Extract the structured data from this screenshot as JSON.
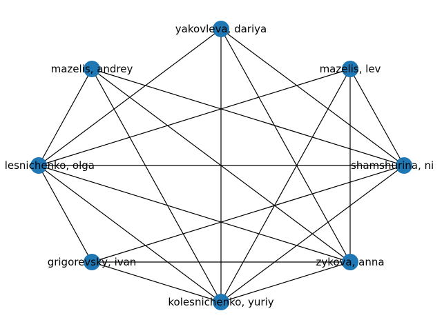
{
  "graph": {
    "node_color": "#1f77b4",
    "edge_color": "#000000",
    "nodes": [
      {
        "id": "yakovleva",
        "label": "yakovleva, dariya"
      },
      {
        "id": "mazelis_lev",
        "label": "mazelis, lev"
      },
      {
        "id": "shamshurina",
        "label": "shamshurina, ni"
      },
      {
        "id": "zykova",
        "label": "zykova, anna"
      },
      {
        "id": "kolesnichenko_yuriy",
        "label": "kolesnichenko, yuriy"
      },
      {
        "id": "grigorevsky",
        "label": "grigorevsky, ivan"
      },
      {
        "id": "kolesnichenko_olga",
        "label": "lesnichenko, olga"
      },
      {
        "id": "mazelis_andrey",
        "label": "mazelis, andrey"
      }
    ],
    "edges": [
      [
        "yakovleva",
        "kolesnichenko_olga"
      ],
      [
        "yakovleva",
        "kolesnichenko_yuriy"
      ],
      [
        "yakovleva",
        "shamshurina"
      ],
      [
        "yakovleva",
        "zykova"
      ],
      [
        "mazelis_andrey",
        "kolesnichenko_olga"
      ],
      [
        "mazelis_andrey",
        "kolesnichenko_yuriy"
      ],
      [
        "mazelis_andrey",
        "shamshurina"
      ],
      [
        "mazelis_andrey",
        "zykova"
      ],
      [
        "mazelis_lev",
        "kolesnichenko_olga"
      ],
      [
        "mazelis_lev",
        "kolesnichenko_yuriy"
      ],
      [
        "mazelis_lev",
        "shamshurina"
      ],
      [
        "mazelis_lev",
        "zykova"
      ],
      [
        "kolesnichenko_olga",
        "shamshurina"
      ],
      [
        "kolesnichenko_olga",
        "zykova"
      ],
      [
        "kolesnichenko_olga",
        "grigorevsky"
      ],
      [
        "kolesnichenko_olga",
        "kolesnichenko_yuriy"
      ],
      [
        "shamshurina",
        "grigorevsky"
      ],
      [
        "shamshurina",
        "kolesnichenko_yuriy"
      ],
      [
        "grigorevsky",
        "zykova"
      ],
      [
        "grigorevsky",
        "kolesnichenko_yuriy"
      ],
      [
        "zykova",
        "kolesnichenko_yuriy"
      ]
    ]
  }
}
